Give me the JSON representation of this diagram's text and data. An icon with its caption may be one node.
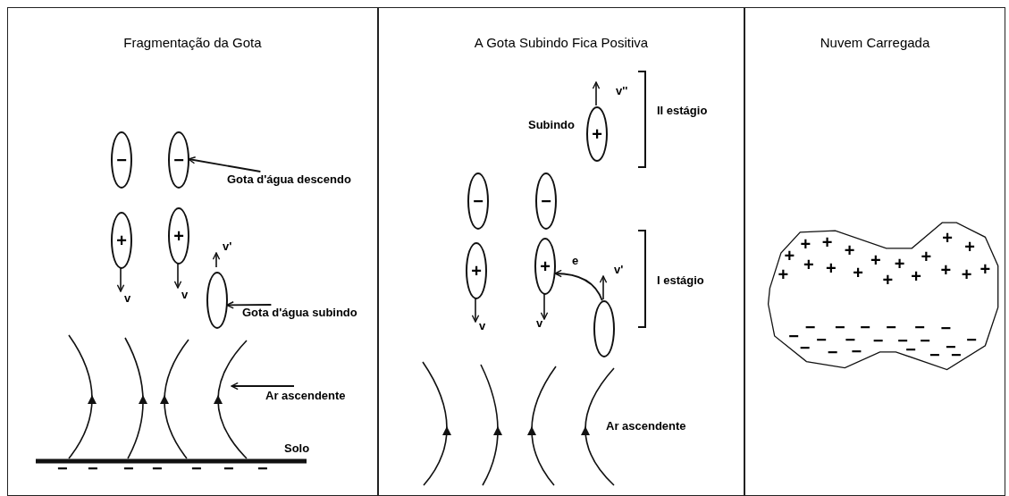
{
  "diagram": {
    "nodes": [
      {
        "text": [
          "Fragmentação da Gota"
        ]
      },
      {
        "text": [
          "−"
        ],
        "in": 0
      },
      {
        "text": [
          "−"
        ],
        "in": 0
      },
      {
        "text": [
          "+"
        ],
        "in": 0
      },
      {
        "text": [
          "+"
        ],
        "in": 0
      },
      {
        "text": [],
        "shape": "ellipse",
        "in": 0
      },
      {
        "text": [
          "Gota d'água descendo"
        ],
        "in": 0
      },
      {
        "text": [
          "Gota d'água subindo"
        ],
        "in": 0
      },
      {
        "text": [
          "Ar ascendente"
        ],
        "in": 0
      },
      {
        "text": [
          "A Gota Subindo Fica Positiva"
        ]
      },
      {
        "text": [
          "+"
        ],
        "in": 9,
        "beside": [
          "Subindo"
        ]
      },
      {
        "text": [
          "−"
        ],
        "in": 9
      },
      {
        "text": [
          "−"
        ],
        "in": 9
      },
      {
        "text": [
          "+"
        ],
        "in": 9
      },
      {
        "text": [
          "+"
        ],
        "in": 9
      },
      {
        "text": [],
        "shape": "ellipse",
        "in": 9
      },
      {
        "text": [
          "Nuvem Carregada"
        ]
      },
      {
        "text": [],
        "shape": "cloud",
        "in": 16
      }
    ],
    "edges": [
      {
        "from": 6,
        "to": 2,
        "arrow": "to"
      },
      {
        "from": 7,
        "to": 5,
        "arrow": "to"
      },
      {
        "from": 8,
        "to": null,
        "arrow": "to"
      },
      {
        "from": 15,
        "to": 14,
        "arrow": "to",
        "label": "e"
      }
    ],
    "labels": [
      "v",
      "v",
      "v'",
      "Solo",
      "−",
      "−",
      "−",
      "−",
      "−",
      "−",
      "−",
      "v''",
      "II estágio",
      "v",
      "v",
      "v'",
      "I estágio",
      "Ar ascendente",
      "+",
      "+",
      "+",
      "+",
      "+",
      "+",
      "+",
      "+",
      "+",
      "+",
      "+",
      "+",
      "+",
      "+",
      "+",
      "+",
      "+",
      "+",
      "−",
      "−",
      "−",
      "−",
      "−",
      "−",
      "−",
      "−",
      "−",
      "−",
      "−",
      "−",
      "−",
      "−",
      "−",
      "−",
      "−",
      "−",
      "−",
      "−"
    ]
  }
}
